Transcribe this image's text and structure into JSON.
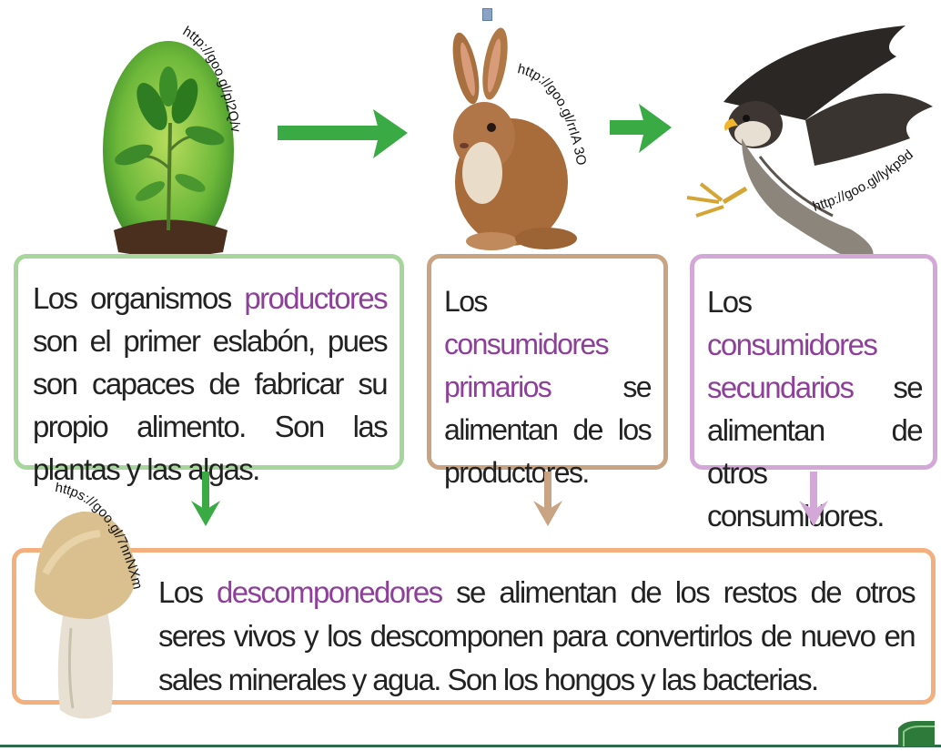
{
  "boxes": {
    "producers": {
      "text_before": "Los organismos ",
      "highlight": "productores",
      "text_after": " son el primer eslabón, pues son capaces de fabricar su propio alimento. Son las plantas y las algas."
    },
    "primary": {
      "text_before": "Los ",
      "highlight": "consumidores primarios",
      "text_after": " se alimentan de los productores."
    },
    "secondary": {
      "text_before": "Los ",
      "highlight": "consumidores secundarios",
      "text_after": " se alimentan de otros consumidores."
    },
    "decomposers": {
      "text_before": "Los ",
      "highlight": "descomponedores",
      "text_after": " se alimentan de los restos de otros seres vivos y los descomponen para convertirlos de nuevo en sales minerales y agua. Son los hongos y las bacterias."
    }
  },
  "image_credits": {
    "plant": "http://goo.gl/pl2Q/v",
    "rabbit": "http://goo.gl/rrIA 3O",
    "falcon": "http://goo.gl/lykp9d",
    "mushroom": "https://goo.gl/7nnNXm"
  },
  "icons": [
    "plant-seedling-icon",
    "rabbit-icon",
    "falcon-icon",
    "mushroom-icon",
    "arrow-right-icon",
    "arrow-down-icon"
  ],
  "colors": {
    "green_border": "#a6d69b",
    "tan_border": "#c8a483",
    "purple_border": "#d3a8d8",
    "orange_border": "#f3b07e",
    "highlight_text": "#8e3f9a",
    "flow_arrow": "#3aaa45"
  }
}
